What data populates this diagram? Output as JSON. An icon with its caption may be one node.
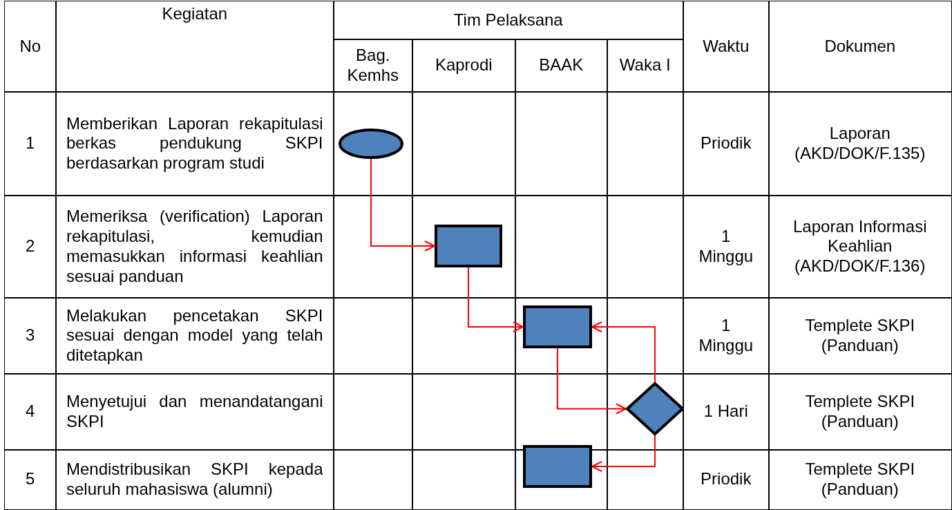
{
  "diagram": {
    "nodes": [
      {
        "text": [],
        "shape": "oval"
      },
      {
        "text": [],
        "shape": "box"
      },
      {
        "text": [],
        "shape": "box"
      },
      {
        "text": [],
        "shape": "diamond"
      },
      {
        "text": [],
        "shape": "box"
      }
    ],
    "edges": [
      {
        "from": 0,
        "to": 1,
        "arrow": "to"
      },
      {
        "from": 1,
        "to": 2,
        "arrow": "to"
      },
      {
        "from": 2,
        "to": 3,
        "arrow": "to"
      },
      {
        "from": 3,
        "to": 2,
        "arrow": "to"
      },
      {
        "from": 3,
        "to": 4,
        "arrow": "to"
      }
    ],
    "labels": [
      "No",
      "Kegiatan",
      "Tim Pelaksana",
      "Waktu",
      "Dokumen",
      "Bag. Kemhs",
      "Kaprodi",
      "BAAK",
      "Waka I",
      "1",
      "Memberikan Laporan rekapitulasi berkas pendukung SKPI berdasarkan program studi",
      "Priodik",
      "Laporan (AKD/DOK/F.135)",
      "2",
      "Memeriksa (verification) Laporan rekapitulasi, kemudian memasukkan informasi keahlian sesuai panduan",
      "1 Minggu",
      "Laporan Informasi Keahlian (AKD/DOK/F.136)",
      "3",
      "Melakukan pencetakan SKPI sesuai dengan model yang telah ditetapkan",
      "1 Minggu",
      "Templete SKPI (Panduan)",
      "4",
      "Menyetujui dan menandatangani SKPI",
      "1 Hari",
      "Templete SKPI (Panduan)",
      "5",
      "Mendistribusikan SKPI kepada seluruh mahasiswa (alumni)",
      "Priodik",
      "Templete SKPI (Panduan)"
    ]
  }
}
